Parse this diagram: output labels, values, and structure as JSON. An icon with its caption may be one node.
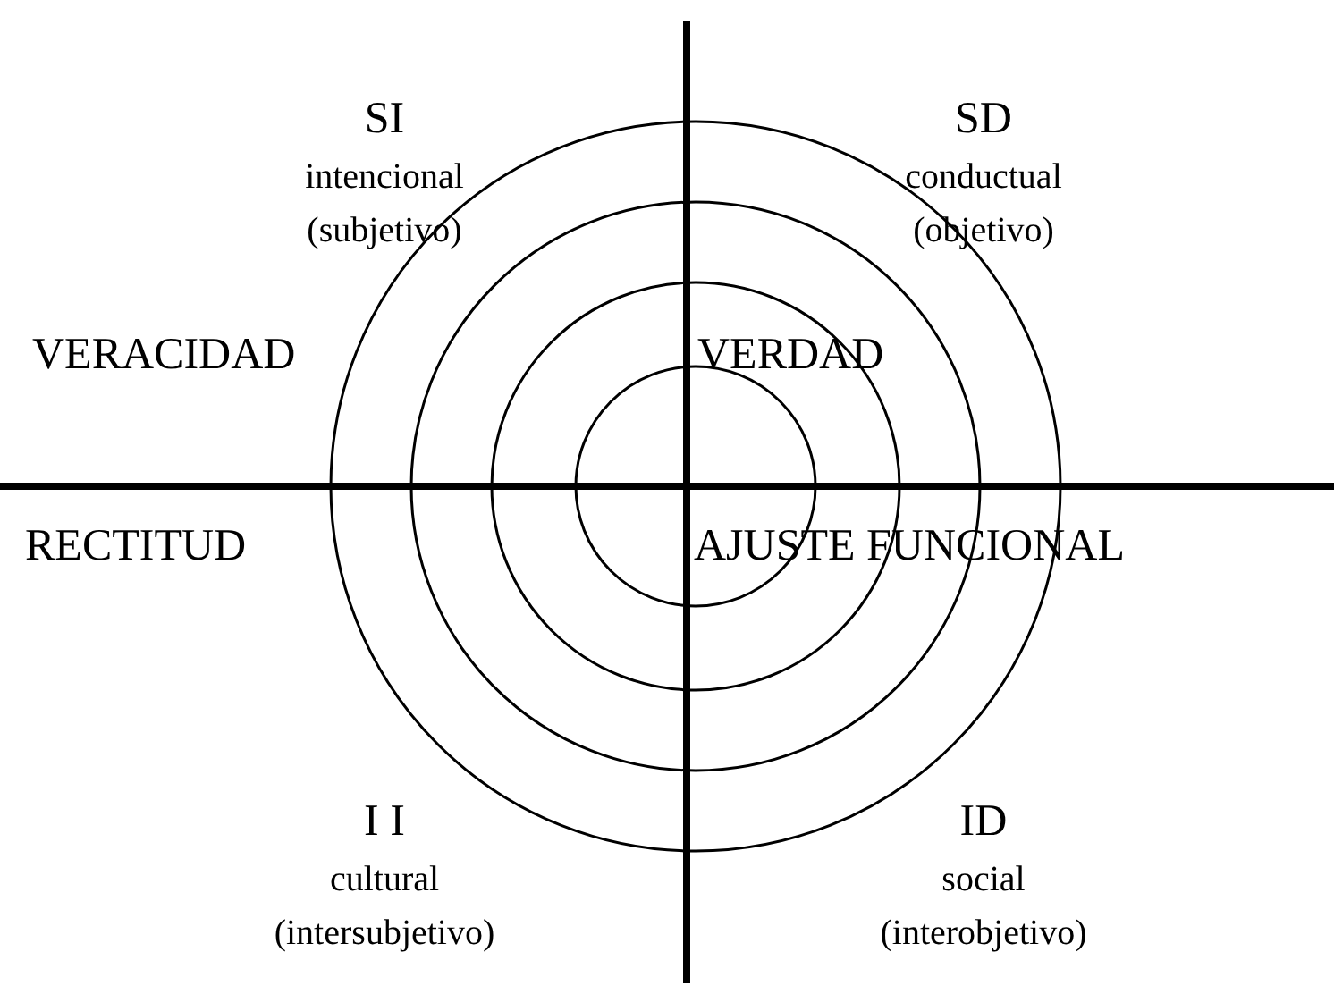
{
  "diagram": {
    "labels": [
      "SI",
      "intencional (subjetivo)",
      "SD",
      "conductual (objetivo)",
      "VERACIDAD",
      "VERDAD",
      "RECTITUD",
      "AJUSTE FUNCIONAL",
      "I I",
      "cultural (intersubjetivo)",
      "ID",
      "social (interobjetivo)"
    ]
  }
}
